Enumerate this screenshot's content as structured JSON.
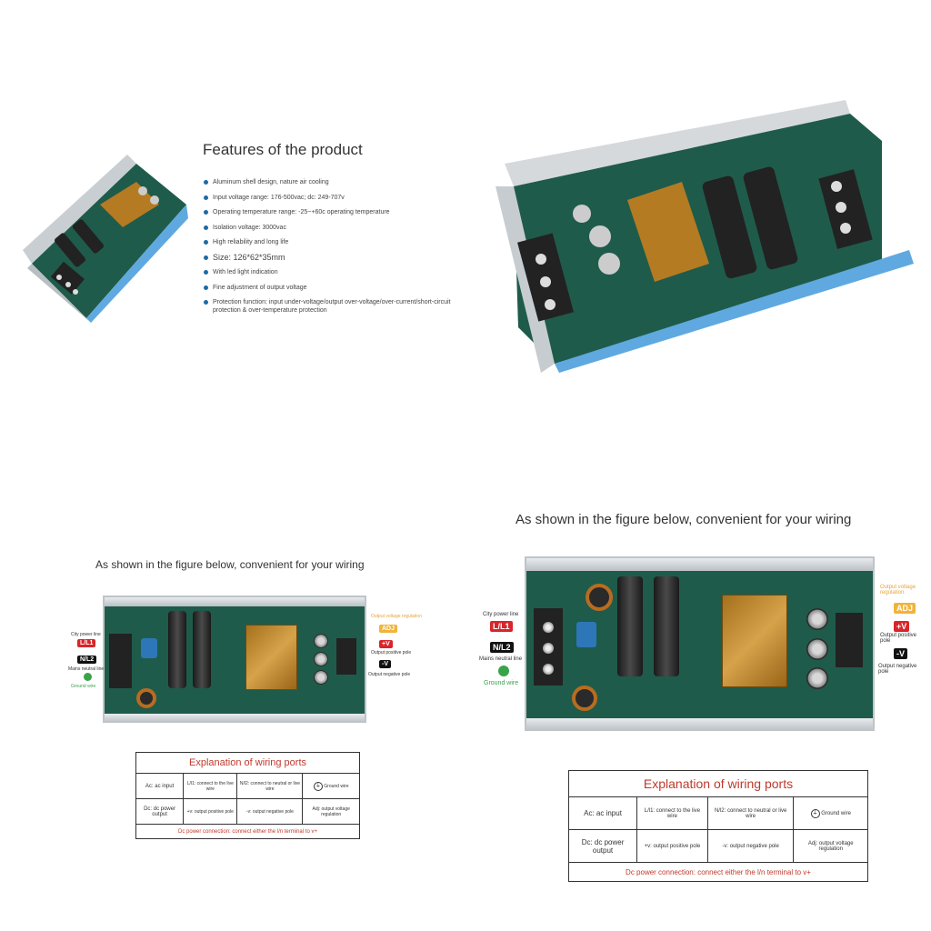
{
  "features": {
    "title": "Features of the product",
    "items": [
      "Aluminum shell design, nature air cooling",
      "Input voltage range: 176-500vac; dc: 249-707v",
      "Operating temperature range: -25~+60c operating temperature",
      "Isolation voltage: 3000vac",
      "High reliability and long life",
      "Size: 126*62*35mm",
      "With led light indication",
      "Fine adjustment of output voltage",
      "Protection function: input under-voltage/output over-voltage/over-current/short-circuit protection & over-temperature protection"
    ]
  },
  "wiring_small": {
    "heading": "As shown in the figure below, convenient for your wiring",
    "labels": {
      "city_power_line": "City power line",
      "l1": "L/L1",
      "n2": "N/L2",
      "mains_neutral": "Mains neutral line",
      "ground_wire": "Ground wire",
      "output_voltage_regulation": "Output voltage regulation",
      "adj": "ADJ",
      "plus_v": "+V",
      "output_positive_pole": "Output positive pole",
      "minus_v": "-V",
      "output_negative_pole": "Output negative pole"
    }
  },
  "wiring_big": {
    "heading": "As shown in the figure below, convenient for your wiring",
    "labels": {
      "city_power_line": "City power line",
      "l1": "L/L1",
      "n2": "N/L2",
      "mains_neutral": "Mains neutral line",
      "ground_wire": "Ground wire",
      "output_voltage_regulation": "Output voltage regulation",
      "adj": "ADJ",
      "plus_v": "+V",
      "output_positive_pole": "Output positive pole",
      "minus_v": "-V",
      "output_negative_pole": "Output negative pole"
    }
  },
  "ports_table": {
    "title": "Explanation of wiring ports",
    "row1": [
      "Ac: ac input",
      "L/l1: connect to the live wire",
      "N/l2: connect to neutral or live wire",
      "Ground wire"
    ],
    "row2": [
      "Dc: dc power output",
      "+v: output positive pole",
      "-v: output negative pole",
      "Adj: output voltage regulation"
    ],
    "footer": "Dc power connection: connect either the l/n terminal to v+"
  }
}
